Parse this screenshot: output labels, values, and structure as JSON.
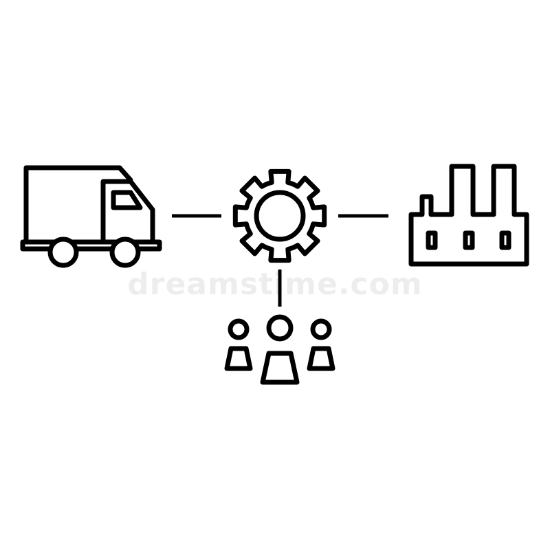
{
  "diagram": {
    "nodes": [
      {
        "id": "truck",
        "icon": "truck-icon"
      },
      {
        "id": "gear",
        "icon": "gear-icon"
      },
      {
        "id": "factory",
        "icon": "factory-icon"
      },
      {
        "id": "people",
        "icon": "people-group-icon"
      }
    ],
    "edges": [
      {
        "from": "truck",
        "to": "gear"
      },
      {
        "from": "gear",
        "to": "factory"
      },
      {
        "from": "gear",
        "to": "people"
      }
    ]
  },
  "colors": {
    "stroke": "#000000",
    "background": "#ffffff"
  },
  "watermark": {
    "text": "dreamstime.com"
  }
}
